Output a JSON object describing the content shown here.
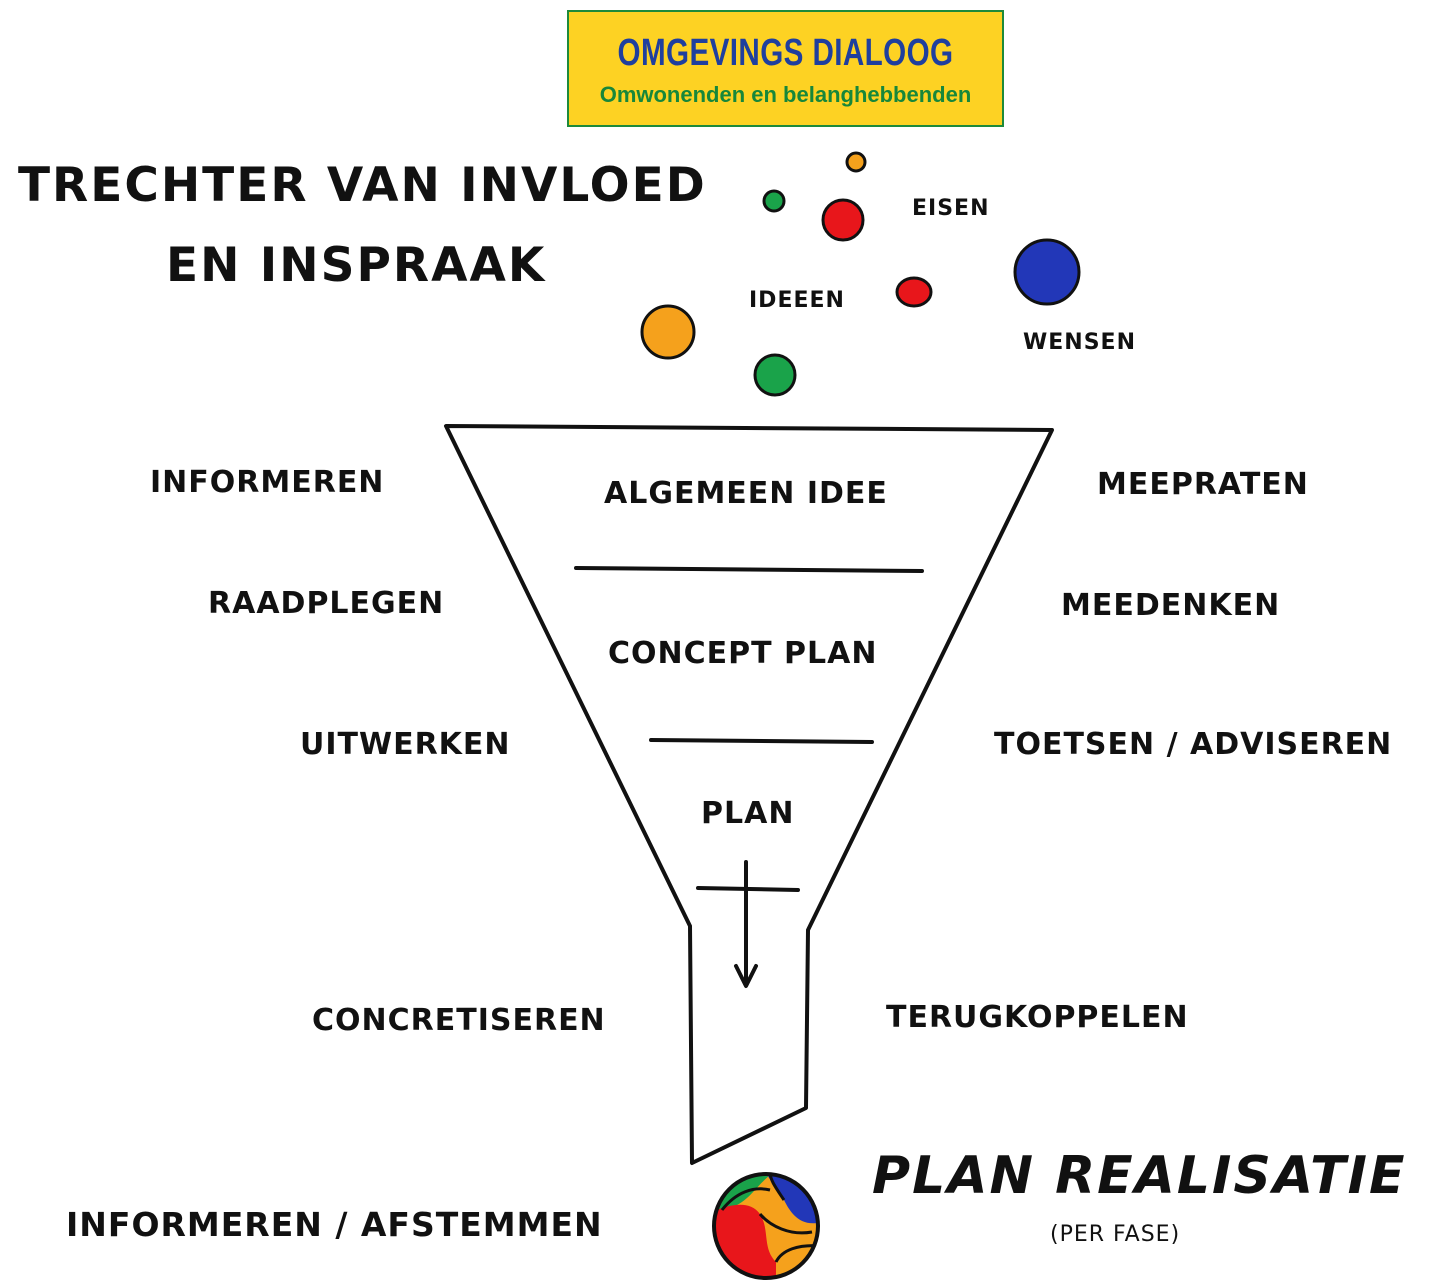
{
  "banner": {
    "title": "OMGEVINGS DIALOOG",
    "subtitle": "Omwonenden en belanghebbenden",
    "colors": {
      "background": "#fdd223",
      "title": "#1f3f9e",
      "subtitle": "#17873a",
      "border": "#1e8a3a"
    }
  },
  "title": {
    "line1": "TRECHTER VAN INVLOED",
    "line2": "EN INSPRAAK"
  },
  "inputs": {
    "eisen": "EISEN",
    "ideeen": "IDEEEN",
    "wensen": "WENSEN"
  },
  "funnel": {
    "stages": [
      "ALGEMEEN IDEE",
      "CONCEPT PLAN",
      "PLAN"
    ]
  },
  "left_labels": [
    "INFORMEREN",
    "RAADPLEGEN",
    "UITWERKEN",
    "CONCRETISEREN",
    "INFORMEREN / AFSTEMMEN"
  ],
  "right_labels": [
    "MEEPRATEN",
    "MEEDENKEN",
    "TOETSEN / ADVISEREN",
    "TERUGKOPPELEN"
  ],
  "result": {
    "title": "PLAN REALISATIE",
    "subtitle": "(PER FASE)"
  },
  "colors": {
    "red": "#e8161b",
    "green": "#1aa34a",
    "orange": "#f5a11c",
    "blue": "#2237b8"
  }
}
